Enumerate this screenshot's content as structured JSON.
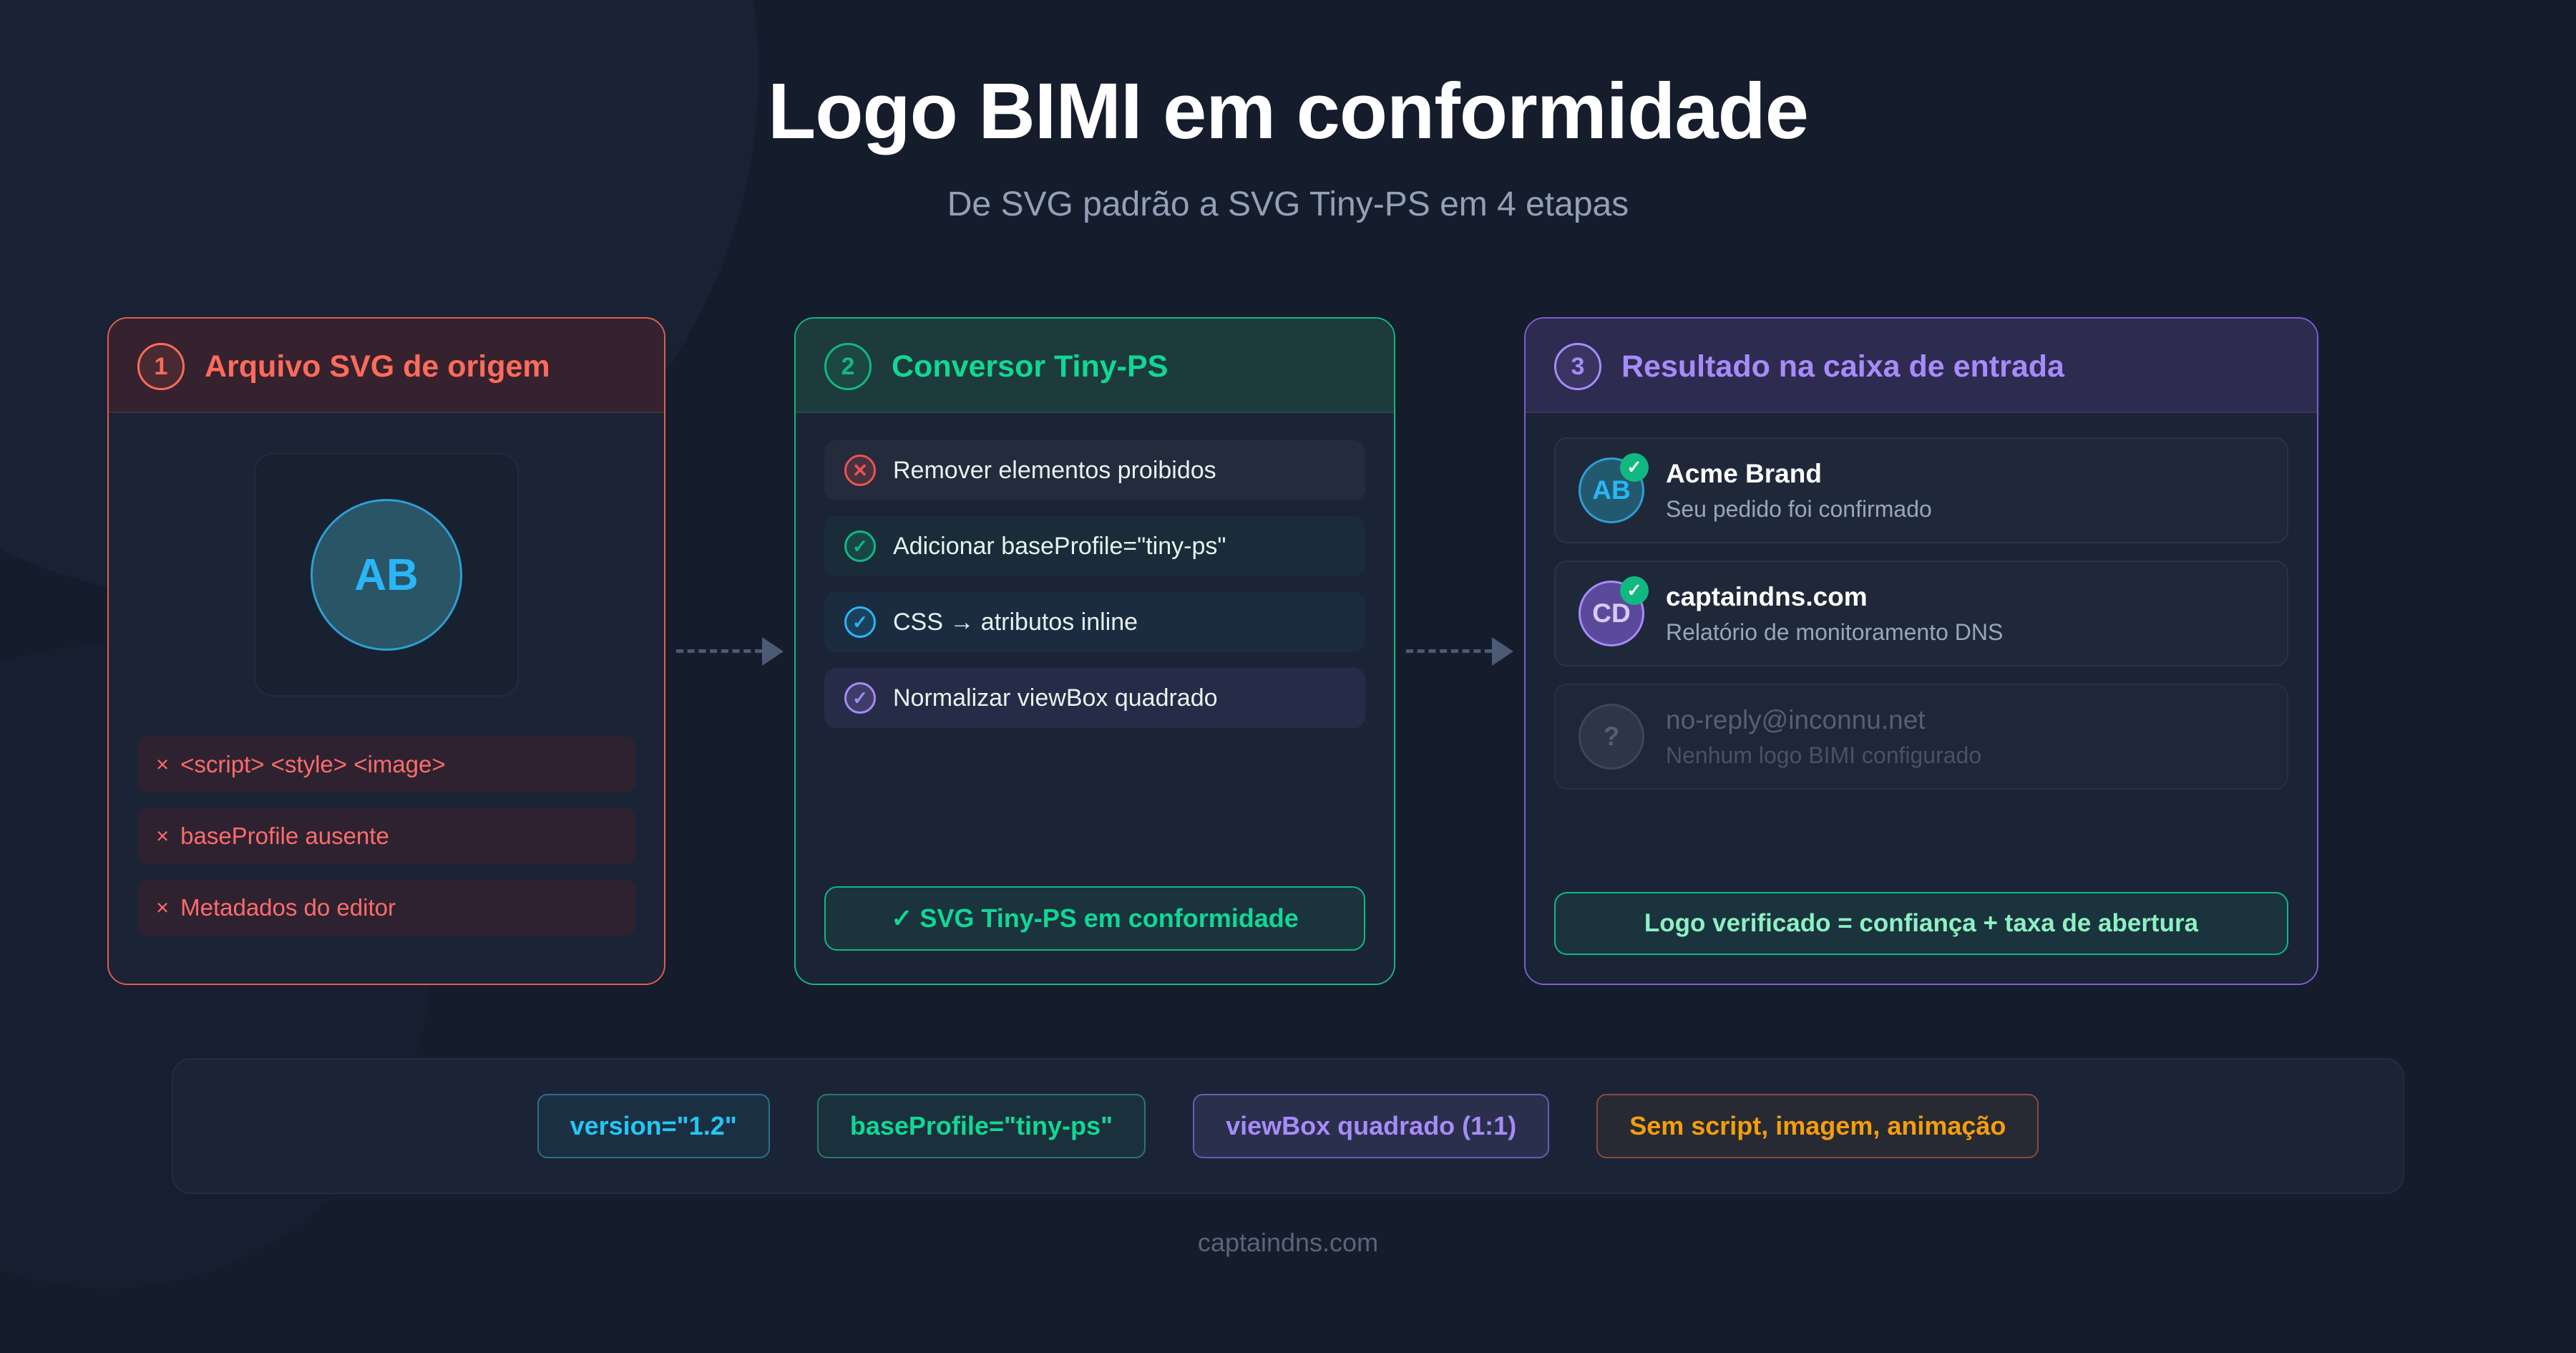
{
  "header": {
    "title": "Logo BIMI em conformidade",
    "subtitle": "De SVG padrão a SVG Tiny-PS em 4 etapas"
  },
  "colors": {
    "background": "#151c2c",
    "panel_bg": "#1b2436",
    "red": "#ff6b5b",
    "green": "#10b981",
    "green_text": "#10d894",
    "purple": "#a78bfa",
    "cyan": "#29b6f6",
    "orange": "#f59e0b"
  },
  "panels": [
    {
      "number": "1",
      "title": "Arquivo SVG de origem",
      "logo_initials": "AB",
      "errors": [
        {
          "mark": "×",
          "label": "<script> <style> <image>"
        },
        {
          "mark": "×",
          "label": "baseProfile ausente"
        },
        {
          "mark": "×",
          "label": "Metadados do editor"
        }
      ]
    },
    {
      "number": "2",
      "title": "Conversor Tiny-PS",
      "steps": [
        {
          "icon": "x-circle-icon",
          "glyph": "✕",
          "color": "#ef5350",
          "label": "Remover elementos proibidos"
        },
        {
          "icon": "check-circle-icon",
          "glyph": "✓",
          "color": "#10b981",
          "label": "Adicionar baseProfile=\"tiny-ps\""
        },
        {
          "icon": "check-circle-icon",
          "glyph": "✓",
          "color": "#29b6f6",
          "label": "CSS → atributos inline"
        },
        {
          "icon": "check-circle-icon",
          "glyph": "✓",
          "color": "#a78bfa",
          "label": "Normalizar viewBox quadrado"
        }
      ],
      "banner": "✓ SVG Tiny-PS em conformidade"
    },
    {
      "number": "3",
      "title": "Resultado na caixa de entrada",
      "mails": [
        {
          "initials": "AB",
          "verified": true,
          "from": "Acme Brand",
          "subject": "Seu pedido foi confirmado",
          "style": "blue"
        },
        {
          "initials": "CD",
          "verified": true,
          "from": "captaindns.com",
          "subject": "Relatório de monitoramento DNS",
          "style": "purple"
        },
        {
          "initials": "?",
          "verified": false,
          "from": "no-reply@inconnu.net",
          "subject": "Nenhum logo BIMI configurado",
          "style": "none"
        }
      ],
      "banner": "Logo verificado = confiança + taxa de abertura"
    }
  ],
  "tags": [
    {
      "label": "version=\"1.2\"",
      "theme": "t-cyan"
    },
    {
      "label": "baseProfile=\"tiny-ps\"",
      "theme": "t-green"
    },
    {
      "label": "viewBox quadrado (1:1)",
      "theme": "t-purple"
    },
    {
      "label": "Sem script, imagem, animação",
      "theme": "t-orange"
    }
  ],
  "footer": "captaindns.com"
}
